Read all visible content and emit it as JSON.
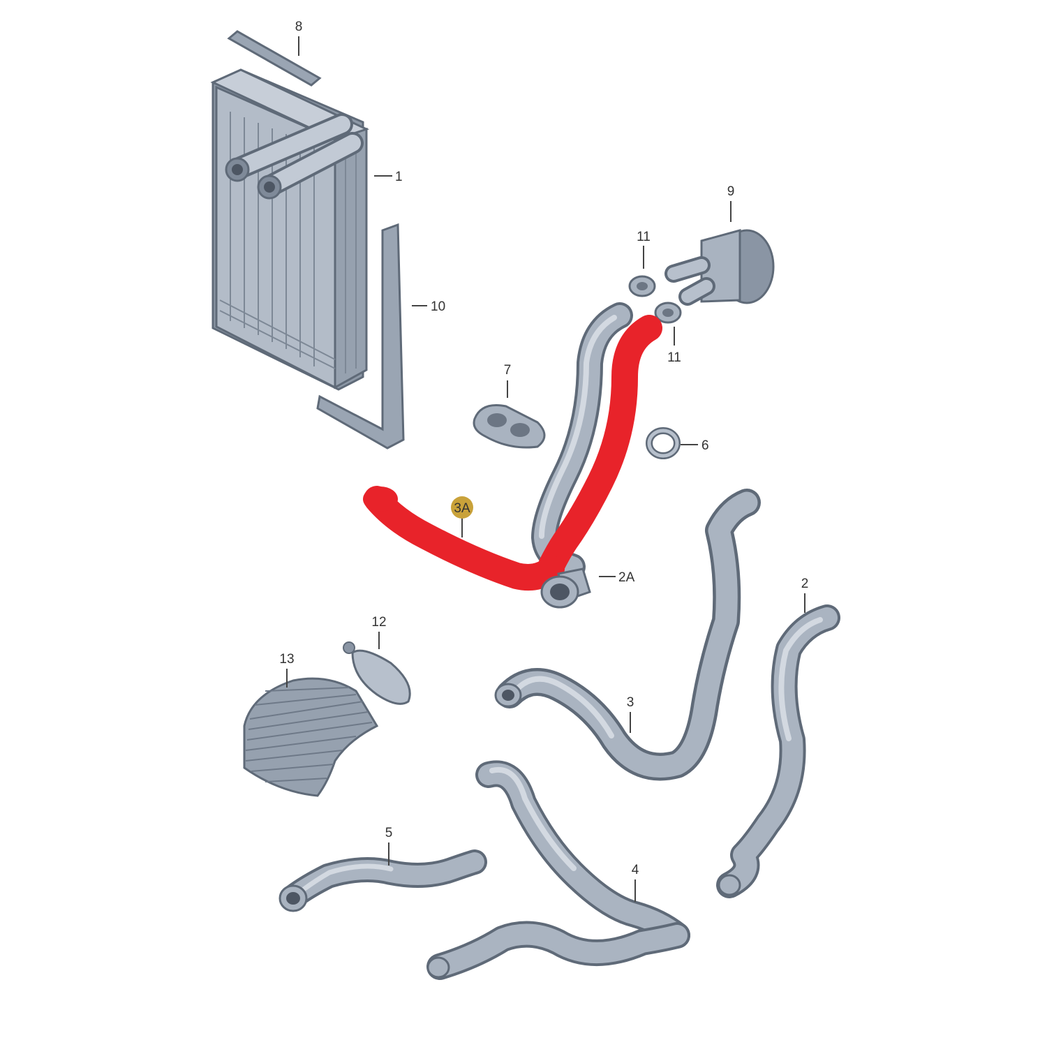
{
  "diagram": {
    "callouts": {
      "c1": "1",
      "c2": "2",
      "c2a": "2A",
      "c3": "3",
      "c3a": "3A",
      "c4": "4",
      "c5": "5",
      "c6": "6",
      "c7": "7",
      "c8": "8",
      "c9": "9",
      "c10": "10",
      "c11a": "11",
      "c11b": "11",
      "c12": "12",
      "c13": "13"
    },
    "colors": {
      "highlight": "#e8232a",
      "badge": "#c9a23a",
      "metal": "#a9b3c0",
      "outline": "#5f6a78"
    }
  }
}
